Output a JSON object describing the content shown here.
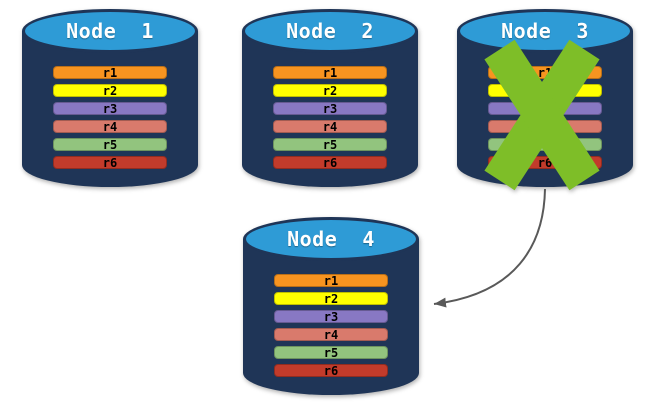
{
  "nodes": [
    {
      "title": "Node  1",
      "failed": false
    },
    {
      "title": "Node  2",
      "failed": false
    },
    {
      "title": "Node  3",
      "failed": true
    },
    {
      "title": "Node  4",
      "failed": false
    }
  ],
  "rows": [
    {
      "label": "r1",
      "color": "#F79420"
    },
    {
      "label": "r2",
      "color": "#FFFF00"
    },
    {
      "label": "r3",
      "color": "#8878C3"
    },
    {
      "label": "r4",
      "color": "#D97A6C"
    },
    {
      "label": "r5",
      "color": "#92C47E"
    },
    {
      "label": "r6",
      "color": "#C23B2B"
    }
  ],
  "arrow": {
    "from": "Node 3",
    "to": "Node 4"
  },
  "colors": {
    "background": "#FFFFFF",
    "cylinder_body": "#1F3557",
    "cylinder_top": "#2E9BD6",
    "title_text": "#FFFFFF",
    "row_text": "#000000",
    "failure_x": "#7EBE28",
    "arrow": "#595959"
  }
}
